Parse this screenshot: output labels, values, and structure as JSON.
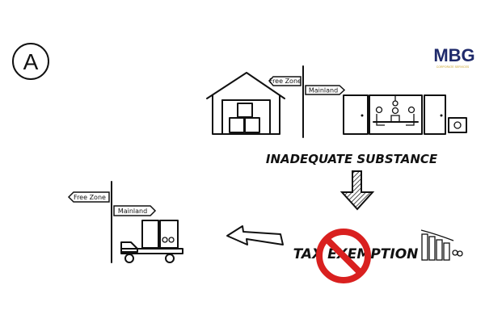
{
  "scene_label": "A",
  "logo": {
    "text": "MBG",
    "subtitle": "CORPORATE SERVICES",
    "color": "#1f2a6b",
    "accent": "#c9a227"
  },
  "top_signpost": {
    "left_sign": "Free Zone",
    "right_sign": "Mainland"
  },
  "bottom_signpost": {
    "left_sign": "Free Zone",
    "right_sign": "Mainland"
  },
  "headline": "INADEQUATE SUBSTANCE",
  "outcome": "TAX EXEMPTION",
  "prohibition_color": "#d9201f",
  "icons": [
    "warehouse-icon",
    "office-icon",
    "safe-icon",
    "down-arrow-icon",
    "left-arrow-icon",
    "prohibition-icon",
    "declining-bars-icon",
    "truck-icon"
  ]
}
